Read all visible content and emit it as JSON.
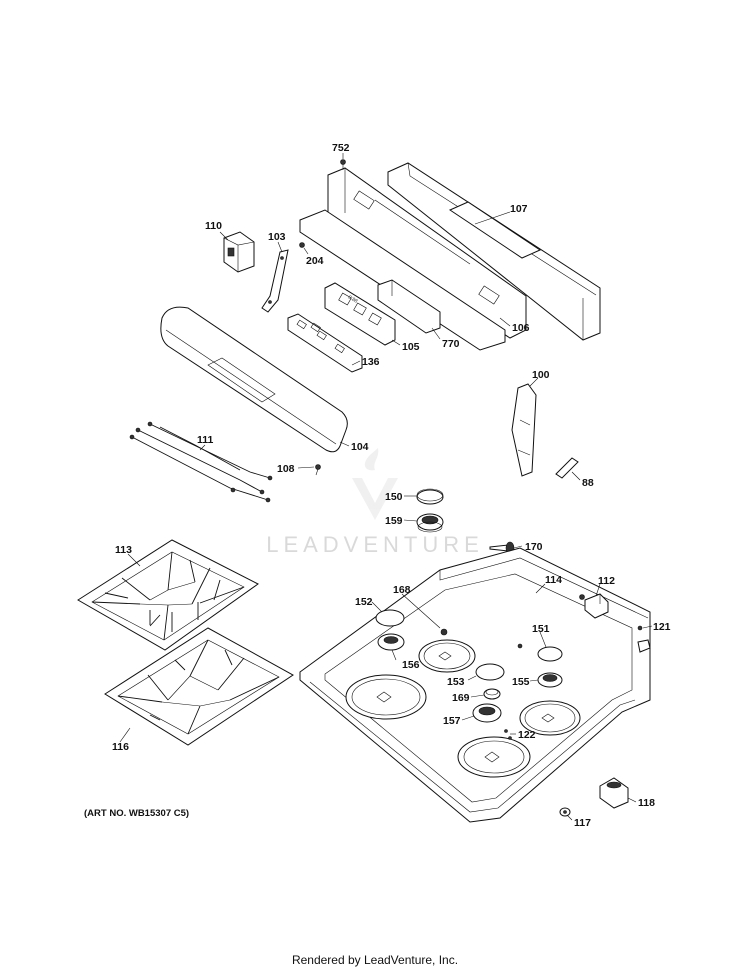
{
  "diagram": {
    "art_number": "(ART NO. WB15307 C5)",
    "footer": "Rendered by LeadVenture, Inc.",
    "watermark": "LEADVENTURE",
    "parts": {
      "p752": "752",
      "p107": "107",
      "p110": "110",
      "p103": "103",
      "p204": "204",
      "p106": "106",
      "p770": "770",
      "p105": "105",
      "p136": "136",
      "p104": "104",
      "p111": "111",
      "p108": "108",
      "p100": "100",
      "p88": "88",
      "p150": "150",
      "p159": "159",
      "p170": "170",
      "p113": "113",
      "p114": "114",
      "p112": "112",
      "p168": "168",
      "p152": "152",
      "p151": "151",
      "p121": "121",
      "p156": "156",
      "p153": "153",
      "p155": "155",
      "p169": "169",
      "p157": "157",
      "p122": "122",
      "p116": "116",
      "p118": "118",
      "p117": "117"
    }
  }
}
